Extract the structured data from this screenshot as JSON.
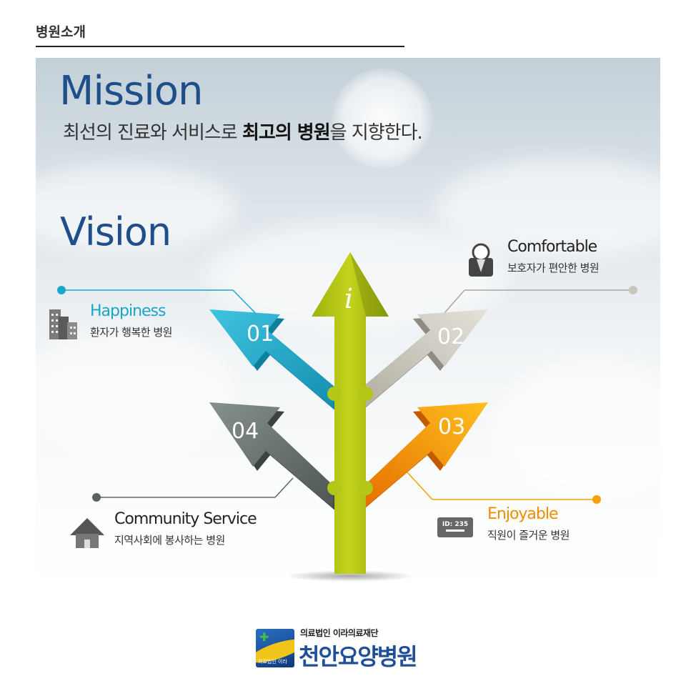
{
  "section_title": "병원소개",
  "mission": {
    "heading": "Mission",
    "text_before": "최선의 진료와 서비스로 ",
    "text_bold": "최고의 병원",
    "text_after": "을 지향한다."
  },
  "vision": {
    "heading": "Vision",
    "center_glyph": "i",
    "items": [
      {
        "number": "01",
        "title": "Happiness",
        "subtitle": "환자가 행복한 병원",
        "icon": "buildings-icon",
        "color": "#1aa6c8"
      },
      {
        "number": "02",
        "title": "Comfortable",
        "subtitle": "보호자가 편안한 병원",
        "icon": "person-icon",
        "color": "#c8c5bc"
      },
      {
        "number": "03",
        "title": "Enjoyable",
        "subtitle": "직원이 즐거운 병원",
        "icon": "id-badge-icon",
        "badge_text": "ID: 235",
        "color": "#f3a10c"
      },
      {
        "number": "04",
        "title": "Community Service",
        "subtitle": "지역사회에 봉사하는 병원",
        "icon": "house-icon",
        "color": "#6a7472"
      }
    ]
  },
  "logo": {
    "subtitle": "의료법인 이라의료재단",
    "name": "천안요양병원",
    "mark_text": "의료법인 이라"
  }
}
